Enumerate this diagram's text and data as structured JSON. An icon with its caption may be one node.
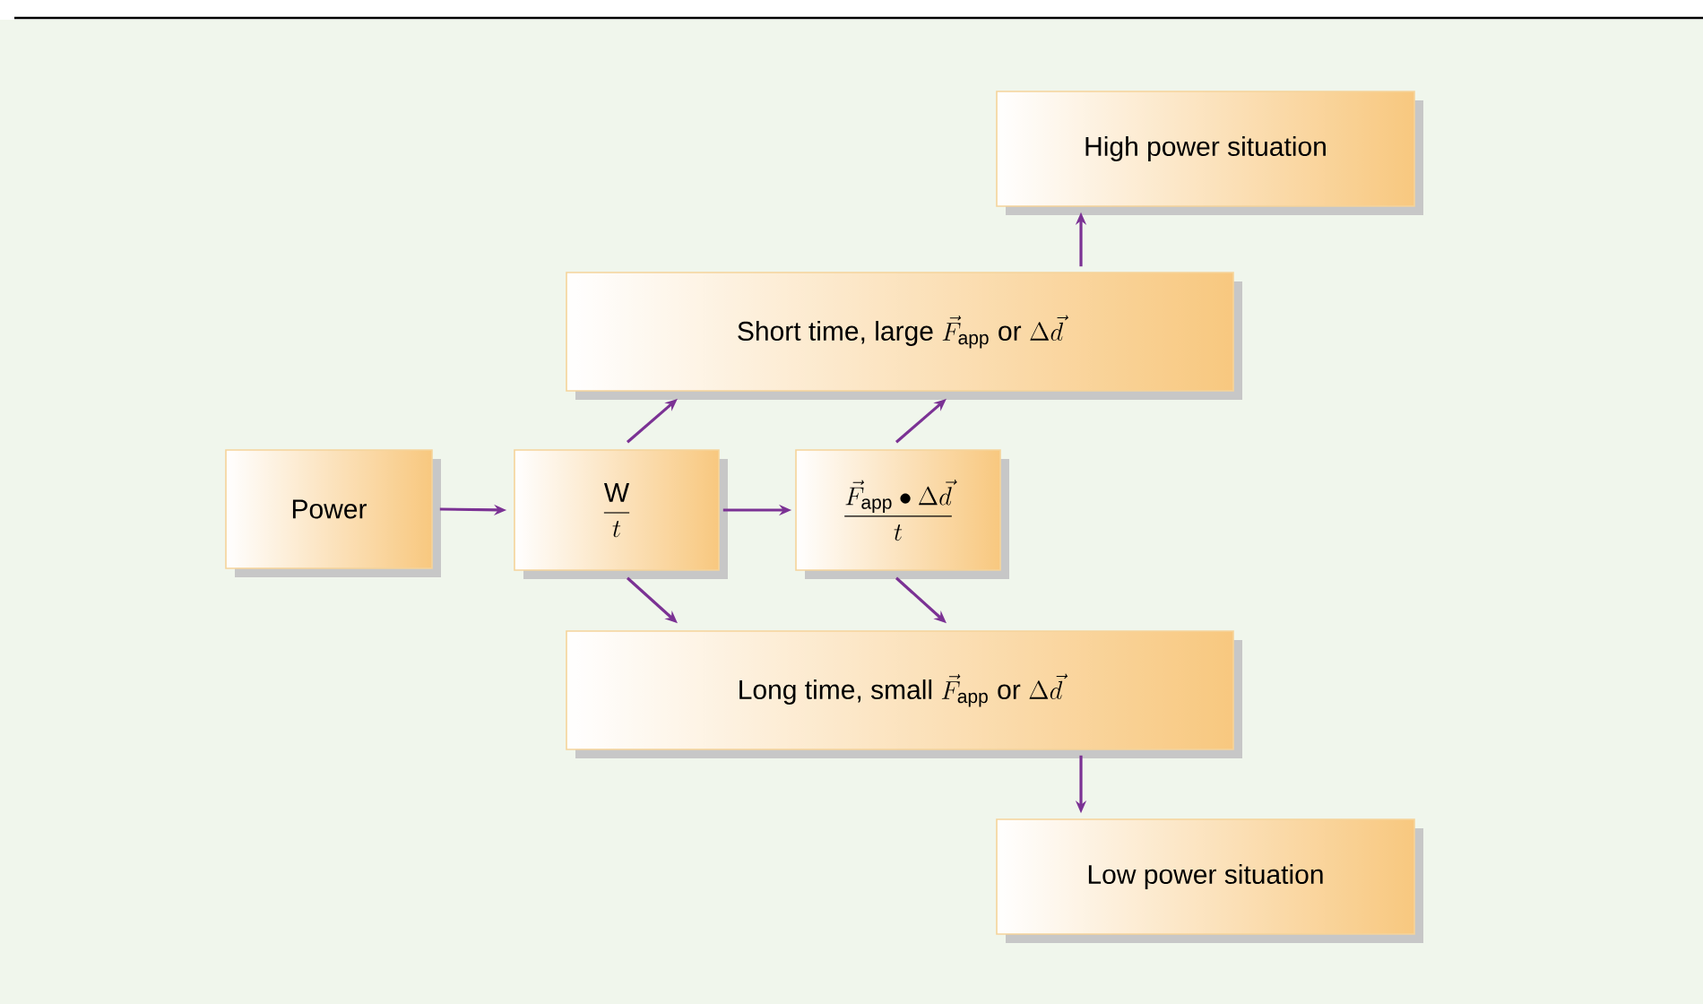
{
  "diagram": {
    "nodes": [
      {
        "text": [
          "High power situation"
        ]
      },
      {
        "text": [
          "\\text{Short time, large } \\vec{F}_{\\text{app}} \\text{ or } \\Delta\\vec{d}"
        ]
      },
      {
        "text": [
          "Power"
        ]
      },
      {
        "text": [
          "\\frac{\\mathrm{W}}{t}"
        ]
      },
      {
        "text": [
          "\\frac{\\vec{F}_{\\text{app}}\\bullet\\Delta\\vec{d}}{t}"
        ]
      },
      {
        "text": [
          "\\text{Long time, small } \\vec{F}_{\\text{app}} \\text{ or } \\Delta\\vec{d}"
        ]
      },
      {
        "text": [
          "Low power situation"
        ]
      }
    ],
    "edges": [
      {
        "from": 2,
        "to": 3,
        "arrow": "to"
      },
      {
        "from": 3,
        "to": 4,
        "arrow": "to"
      },
      {
        "from": 3,
        "to": 1,
        "arrow": "to"
      },
      {
        "from": 4,
        "to": 1,
        "arrow": "to"
      },
      {
        "from": 3,
        "to": 5,
        "arrow": "to"
      },
      {
        "from": 4,
        "to": 5,
        "arrow": "to"
      },
      {
        "from": 1,
        "to": 0,
        "arrow": "to"
      },
      {
        "from": 5,
        "to": 6,
        "arrow": "to"
      }
    ]
  }
}
